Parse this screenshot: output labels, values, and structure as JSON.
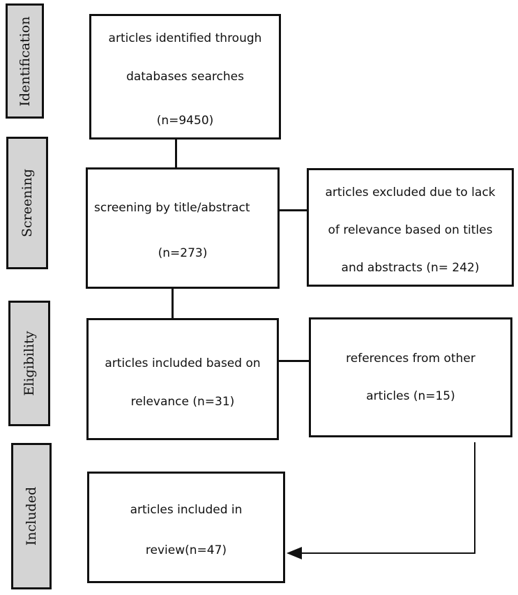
{
  "stages": {
    "identification": "Identification",
    "screening": "Screening",
    "eligibility": "Eligibility",
    "included": "Included"
  },
  "boxes": {
    "identified": {
      "line1": "articles identified through",
      "line2": "databases searches",
      "line3": "(n=9450)"
    },
    "screened": {
      "line1": "screening by title/abstract",
      "line2": "(n=273)"
    },
    "excluded": {
      "line1": "articles excluded due to lack",
      "line2": "of relevance based on titles",
      "line3": "and abstracts (n= 242)"
    },
    "eligible": {
      "line1": "articles included based on",
      "line2": "relevance (n=31)"
    },
    "other_refs": {
      "line1": "references from other",
      "line2": "articles (n=15)"
    },
    "included": {
      "line1": "articles included in",
      "line2": "review(n=47)"
    }
  },
  "colors": {
    "stage_fill": "#d4d4d4",
    "border": "#111111",
    "box_fill": "#ffffff"
  }
}
